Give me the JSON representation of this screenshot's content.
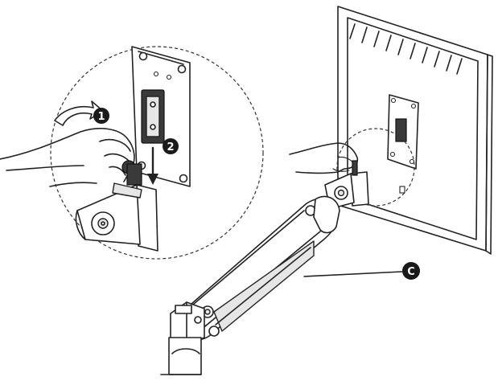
{
  "diagram": {
    "callouts": [
      {
        "id": "step-1",
        "label": "1"
      },
      {
        "id": "step-2",
        "label": "2"
      },
      {
        "id": "part-c",
        "label": "C"
      }
    ],
    "colors": {
      "line": "#222222",
      "fill": "#ffffff",
      "callout": "#1a1a1a",
      "bracket": "#3a3a3a"
    }
  }
}
